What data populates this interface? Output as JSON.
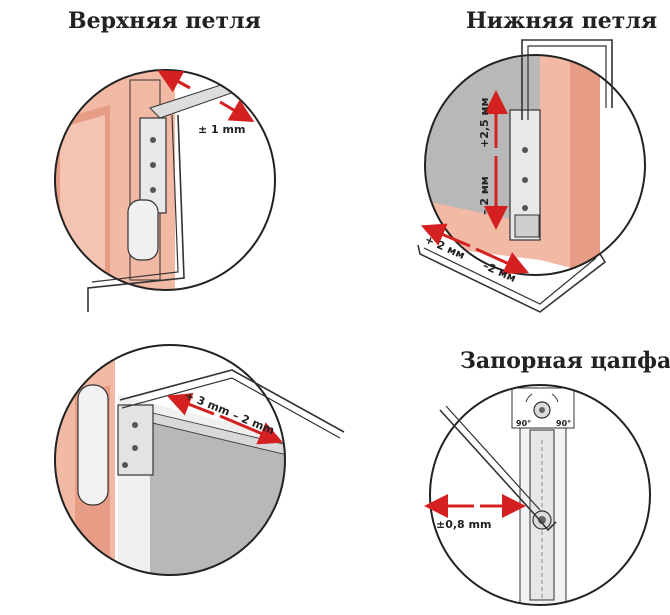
{
  "titles": {
    "top_hinge": "Верхняя петля",
    "bottom_hinge": "Нижняя петля",
    "locking_pin": "Запорная цапфа"
  },
  "labels": {
    "top_hinge_adjust": "± 1 mm",
    "bottom_vertical_plus": "+2,5 мм",
    "bottom_vertical_minus": "– 2 мм",
    "bottom_horizontal_plus": "+ 2 мм",
    "bottom_horizontal_minus": "–2 мм",
    "middle_adjust_plus": "+ 3 mm",
    "middle_adjust_minus": "– 2 mm",
    "pin_adjust": "±0,8 mm",
    "pin_angle_left": "90°",
    "pin_angle_right": "90°"
  },
  "colors": {
    "frame_pink": "#f2b9a5",
    "frame_pink_dark": "#e79c86",
    "glass_gray": "#b8b8b8",
    "arrow_red": "#d42020",
    "outline": "#333333"
  }
}
